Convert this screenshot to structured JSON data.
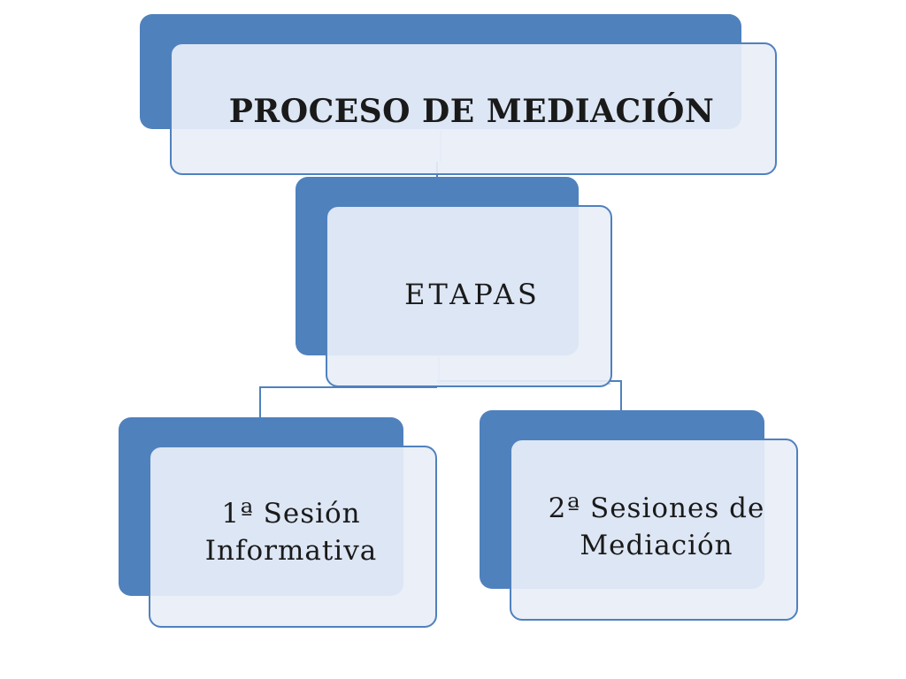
{
  "diagram": {
    "root": {
      "label": "PROCESO DE MEDIACIÓN"
    },
    "etapas": {
      "label": "ETAPAS"
    },
    "children": [
      {
        "label": "1ª Sesión\nInformativa"
      },
      {
        "label": "2ª Sesiones de\nMediación"
      }
    ]
  },
  "colors": {
    "accent": "#4f81bd",
    "box_fill": "#e8eef7",
    "connector": "#4f81bd",
    "text": "#1a1a1a"
  }
}
